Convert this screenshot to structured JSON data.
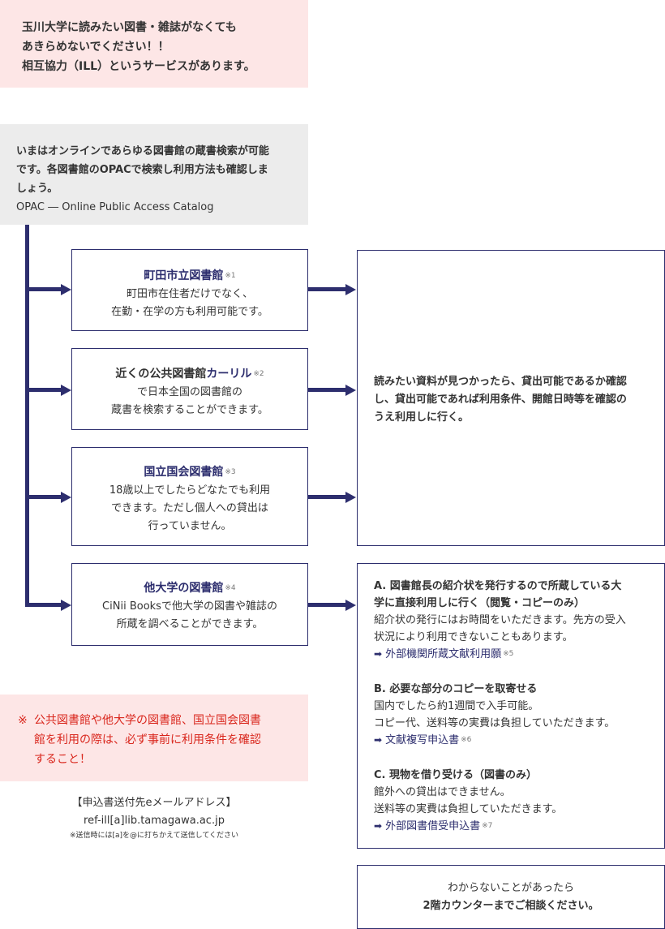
{
  "intro": {
    "lines": [
      "玉川大学に読みたい図書・雑誌がなくても",
      "あきらめないでください！！",
      "相互協力（ILL）というサービスがあります。"
    ]
  },
  "opac_note": {
    "lines": [
      "いまはオンラインであらゆる図書館の蔵書検索が可能",
      "です。各図書館のOPACで検索し利用方法も確認しま",
      "しょう。"
    ],
    "definition": "OPAC ― Online Public Access Catalog"
  },
  "libraries": [
    {
      "title": "町田市立図書館",
      "note": "※1",
      "lines": [
        "町田市在住者だけでなく、",
        "在勤・在学の方も利用可能です。"
      ]
    },
    {
      "title_prefix": "近くの公共図書館",
      "title": "カーリル",
      "note": "※2",
      "lines": [
        "で日本全国の図書館の",
        "蔵書を検索することができます。"
      ]
    },
    {
      "title": "国立国会図書館",
      "note": "※3",
      "lines": [
        "18歳以上でしたらどなたでも利用",
        "できます。ただし個人への貸出は",
        "行っていません。"
      ]
    },
    {
      "title": "他大学の図書館",
      "note": "※4",
      "lines": [
        "CiNii Booksで他大学の図書や雑誌の",
        "所蔵を調べることができます。"
      ]
    }
  ],
  "result_box": {
    "lines": [
      "読みたい資料が見つかったら、貸出可能であるか確認",
      "し、貸出可能であれば利用条件、開館日時等を確認の",
      "うえ利用しに行く。"
    ]
  },
  "options": [
    {
      "heading": [
        "A. 図書館長の紹介状を発行するので所蔵している大",
        "学に直接利用しに行く（閲覧・コピーのみ）"
      ],
      "body": [
        "紹介状の発行にはお時間をいただきます。先方の受入",
        "状況により利用できないこともあります。"
      ],
      "link": "外部機関所蔵文献利用願",
      "note": "※5"
    },
    {
      "heading": [
        "B. 必要な部分のコピーを取寄せる"
      ],
      "body": [
        "国内でしたら約1週間で入手可能。",
        "コピー代、送料等の実費は負担していただきます。"
      ],
      "link": "文献複写申込書",
      "note": "※6"
    },
    {
      "heading": [
        "C. 現物を借り受ける（図書のみ）"
      ],
      "body": [
        "館外への貸出はできません。",
        "送料等の実費は負担していただきます。"
      ],
      "link": "外部図書借受申込書",
      "note": "※7"
    }
  ],
  "warning": {
    "mark": "※",
    "lines": [
      "公共図書館や他大学の図書館、国立国会図書",
      "館を利用の際は、必ず事前に利用条件を確認",
      "すること！"
    ]
  },
  "email": {
    "label": "【申込書送付先eメールアドレス】",
    "address": "ref-ill[a]lib.tamagawa.ac.jp",
    "note": "※送信時には[a]を@に打ちかえて送信してください"
  },
  "counter": {
    "line1": "わからないことがあったら",
    "line2": "2階カウンターまでご相談ください。"
  },
  "colors": {
    "navy": "#2d2e6e",
    "pink": "#fde6e6",
    "gray": "#ececec",
    "red": "#d9261c"
  }
}
